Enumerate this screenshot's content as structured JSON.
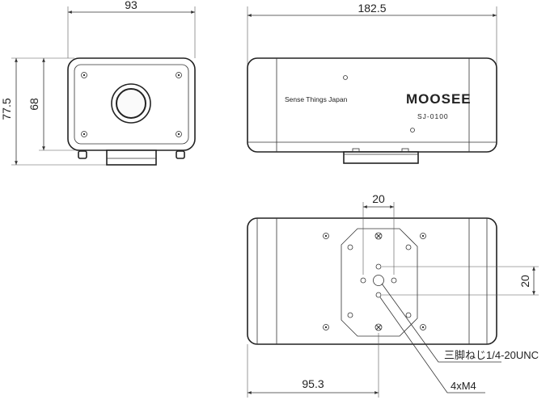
{
  "front_view": {
    "width_dim": "93",
    "total_height_dim": "77.5",
    "body_height_dim": "68"
  },
  "side_view": {
    "length_dim": "182.5",
    "brand_text": "Sense Things Japan",
    "logo_text": "MOOSEE",
    "model_text": "SJ-0100"
  },
  "bottom_view": {
    "hole_spacing_h_dim": "20",
    "hole_spacing_v_dim": "20",
    "mount_offset_dim": "95.3",
    "tripod_label": "三脚ねじ1/4-20UNC",
    "holes_label": "4xM4"
  }
}
